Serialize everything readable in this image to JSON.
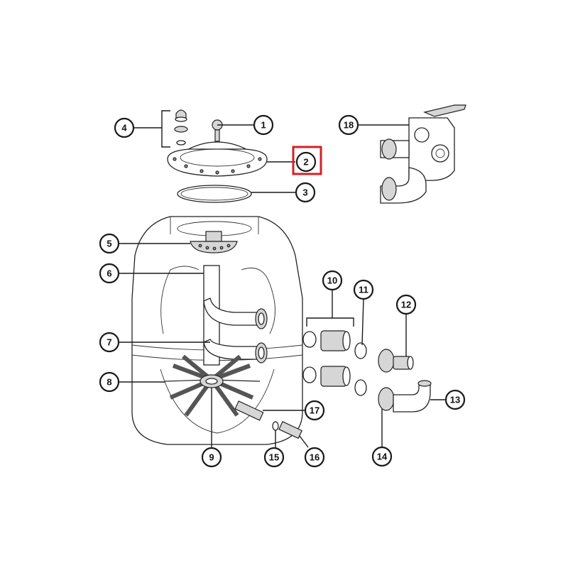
{
  "highlight_color": "#d42027",
  "callouts": [
    {
      "id": "1",
      "label": "1"
    },
    {
      "id": "2",
      "label": "2",
      "highlighted": true
    },
    {
      "id": "3",
      "label": "3"
    },
    {
      "id": "4",
      "label": "4"
    },
    {
      "id": "5",
      "label": "5"
    },
    {
      "id": "6",
      "label": "6"
    },
    {
      "id": "7",
      "label": "7"
    },
    {
      "id": "8",
      "label": "8"
    },
    {
      "id": "9",
      "label": "9"
    },
    {
      "id": "10",
      "label": "10"
    },
    {
      "id": "11",
      "label": "11"
    },
    {
      "id": "12",
      "label": "12"
    },
    {
      "id": "13",
      "label": "13"
    },
    {
      "id": "14",
      "label": "14"
    },
    {
      "id": "15",
      "label": "15"
    },
    {
      "id": "16",
      "label": "16"
    },
    {
      "id": "17",
      "label": "17"
    },
    {
      "id": "18",
      "label": "18"
    }
  ]
}
